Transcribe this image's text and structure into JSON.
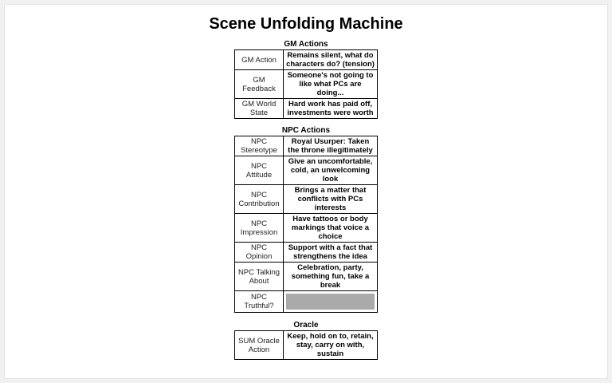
{
  "page": {
    "title": "Scene Unfolding Machine"
  },
  "gm_actions": {
    "heading": "GM Actions",
    "rows": [
      {
        "label": "GM Action",
        "value": "Remains silent, what do characters do? (tension)"
      },
      {
        "label": "GM Feedback",
        "value": "Someone's not going to like what PCs are doing..."
      },
      {
        "label": "GM World State",
        "value": "Hard work has paid off, investments were worth"
      }
    ]
  },
  "npc_actions": {
    "heading": "NPC Actions",
    "rows": [
      {
        "label": "NPC Stereotype",
        "value": "Royal Usurper: Taken the throne illegitimately"
      },
      {
        "label": "NPC Attitude",
        "value": "Give an uncomfortable, cold, an unwelcoming look"
      },
      {
        "label": "NPC Contribution",
        "value": "Brings a matter that conflicts with PCs interests"
      },
      {
        "label": "NPC Impression",
        "value": "Have tattoos or body markings that voice a choice"
      },
      {
        "label": "NPC Opinion",
        "value": "Support with a fact that strengthens the idea"
      },
      {
        "label": "NPC Talking About",
        "value": "Celebration, party, something fun, take a break"
      },
      {
        "label": "NPC Truthful?",
        "value": null,
        "hidden": true,
        "hidden_color": "#aaaaaa"
      }
    ]
  },
  "oracle": {
    "heading": "Oracle",
    "rows": [
      {
        "label": "SUM Oracle Action",
        "value": "Keep, hold on to, retain, stay, carry on with, sustain"
      }
    ]
  }
}
